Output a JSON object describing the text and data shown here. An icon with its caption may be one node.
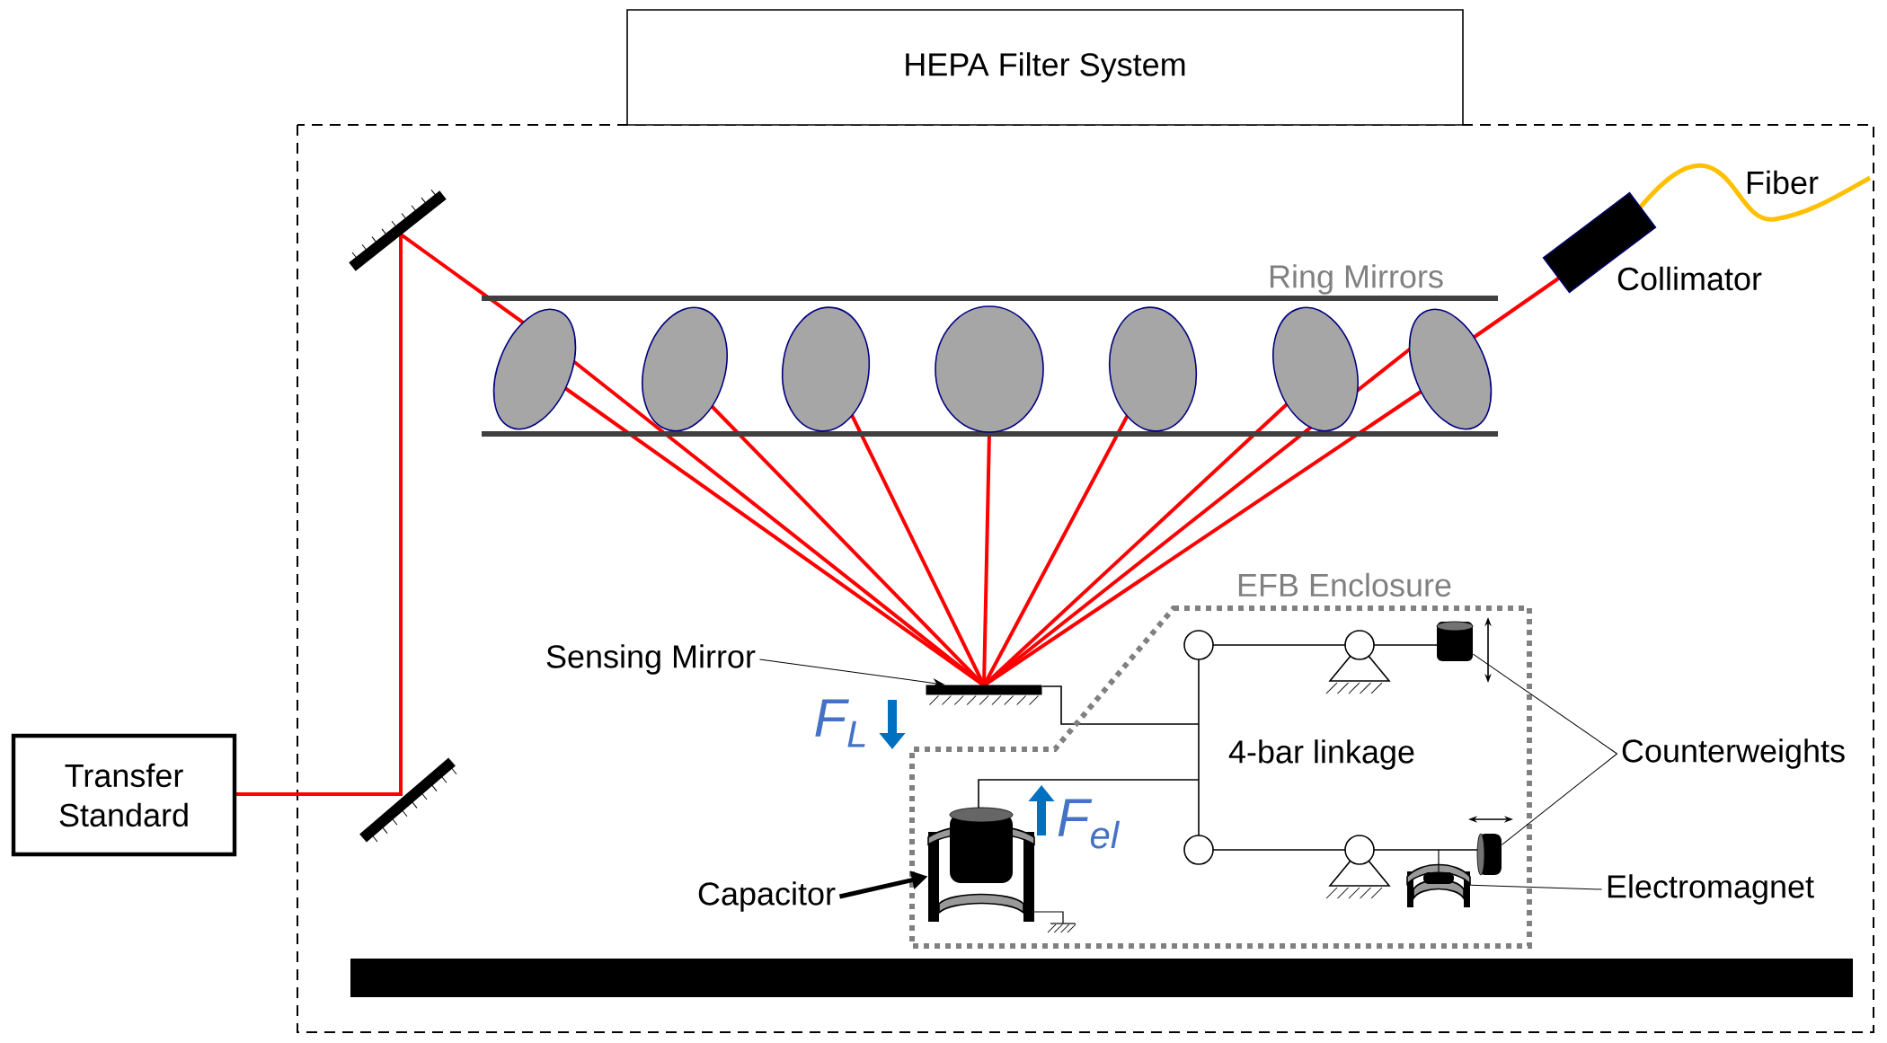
{
  "diagram": {
    "nodes": [
      {
        "text": [
          "HEPA Filter System"
        ]
      },
      {
        "text": [
          "Sensing Mirror"
        ]
      },
      {
        "text": [],
        "shape": "bar"
      },
      {
        "text": [
          "EFB Enclosure"
        ]
      },
      {
        "text": [],
        "shape": "cylinder",
        "in": 3
      },
      {
        "text": [
          "Counterweights"
        ]
      },
      {
        "text": [],
        "shape": "disc",
        "in": 3
      },
      {
        "text": [
          "Transfer Standard"
        ]
      },
      {
        "text": [
          "Capacitor"
        ]
      },
      {
        "text": [],
        "shape": "capacitor",
        "in": 3
      },
      {
        "text": [],
        "shape": "magnet",
        "in": 3
      },
      {
        "text": [
          "Electromagnet"
        ]
      }
    ],
    "edges": [
      {
        "from": 1,
        "to": 2,
        "arrow": "to"
      },
      {
        "from": 5,
        "to": 4,
        "arrow": "none"
      },
      {
        "from": 5,
        "to": 6,
        "arrow": "none"
      },
      {
        "from": 8,
        "to": 9,
        "arrow": "to",
        "style": "thick"
      },
      {
        "from": 11,
        "to": 10,
        "arrow": "none"
      }
    ],
    "labels": [
      "Fiber",
      "Ring Mirrors",
      "Collimator",
      "F$_{L}$",
      "4-bar linkage",
      "F$_{el}$"
    ]
  }
}
